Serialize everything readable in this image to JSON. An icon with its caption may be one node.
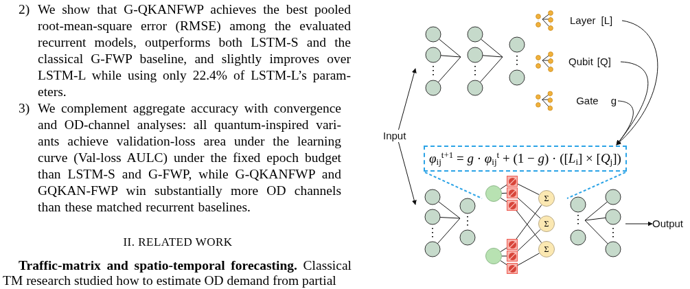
{
  "diagram": {
    "nodes": [
      {
        "text": [
          "Layer",
          "[L]"
        ]
      },
      {
        "text": [
          "Qubit",
          "[Q]"
        ]
      },
      {
        "text": [
          "Gate",
          "g"
        ]
      },
      {
        "text": [
          "Input"
        ]
      },
      {
        "text": [
          "*φ*$_{ij}$$^{t+1}$ = *g* · *φ*$_{ij}$$^{t}$ + (1 − *g*) · ([*L*$_{i}$] × [*Q*$_{j}$])"
        ]
      },
      {
        "text": [],
        "shape": "circle"
      },
      {
        "text": [],
        "shape": "box"
      },
      {
        "text": [],
        "shape": "box"
      },
      {
        "text": [],
        "shape": "box"
      },
      {
        "text": [
          "Σ"
        ]
      },
      {
        "text": [
          "Σ"
        ]
      },
      {
        "text": [
          "Σ"
        ]
      },
      {
        "text": [],
        "shape": "circle"
      },
      {
        "text": [],
        "shape": "box"
      },
      {
        "text": [],
        "shape": "box"
      },
      {
        "text": [],
        "shape": "box"
      },
      {
        "text": [
          "Output"
        ]
      },
      {
        "text": [],
        "shape": "picture"
      },
      {
        "text": [],
        "shape": "picture"
      },
      {
        "text": [],
        "shape": "picture"
      }
    ],
    "edges": [
      {
        "from": 3,
        "to": 17,
        "arrow": "to"
      },
      {
        "from": 3,
        "to": 18,
        "arrow": "to"
      },
      {
        "from": 0,
        "to": 4,
        "arrow": "to"
      },
      {
        "from": 1,
        "to": 4,
        "arrow": "to"
      },
      {
        "from": 2,
        "to": 4,
        "arrow": "to"
      },
      {
        "from": 5,
        "to": 6,
        "arrow": "none"
      },
      {
        "from": 5,
        "to": 7,
        "arrow": "none"
      },
      {
        "from": 5,
        "to": 8,
        "arrow": "none"
      },
      {
        "from": 12,
        "to": 13,
        "arrow": "none"
      },
      {
        "from": 12,
        "to": 14,
        "arrow": "none"
      },
      {
        "from": 12,
        "to": 15,
        "arrow": "none"
      },
      {
        "from": 6,
        "to": 9,
        "arrow": "none"
      },
      {
        "from": 7,
        "to": 10,
        "arrow": "none"
      },
      {
        "from": 8,
        "to": 11,
        "arrow": "none"
      },
      {
        "from": 13,
        "to": 9,
        "arrow": "none"
      },
      {
        "from": 14,
        "to": 10,
        "arrow": "none"
      },
      {
        "from": 15,
        "to": 11,
        "arrow": "none"
      },
      {
        "from": 19,
        "to": 16,
        "arrow": "to"
      }
    ],
    "labels": [
      "2)",
      "We show that G-QKANFWP achieves the best pooled root-mean-square error (RMSE) among the evaluated recurrent models, outperforms both LSTM-S and the classical G-FWP baseline, and slightly improves over LSTM-L while using only 22.4% of LSTM-L’s param- eters.",
      "3)",
      "We complement aggregate accuracy with convergence and OD-channel analyses: all quantum-inspired vari- ants achieve validation-loss area under the learning curve (Val-loss AULC) under the fixed epoch budget than LSTM-S and G-FWP, while G-QKANFWP and GQKAN-FWP win substantially more OD channels than these matched recurrent baselines.",
      "II. RELATED WORK",
      "**Traffic-matrix and spatio-temporal forecasting.** Classical TM research studied how to estimate OD demand from partial"
    ]
  }
}
